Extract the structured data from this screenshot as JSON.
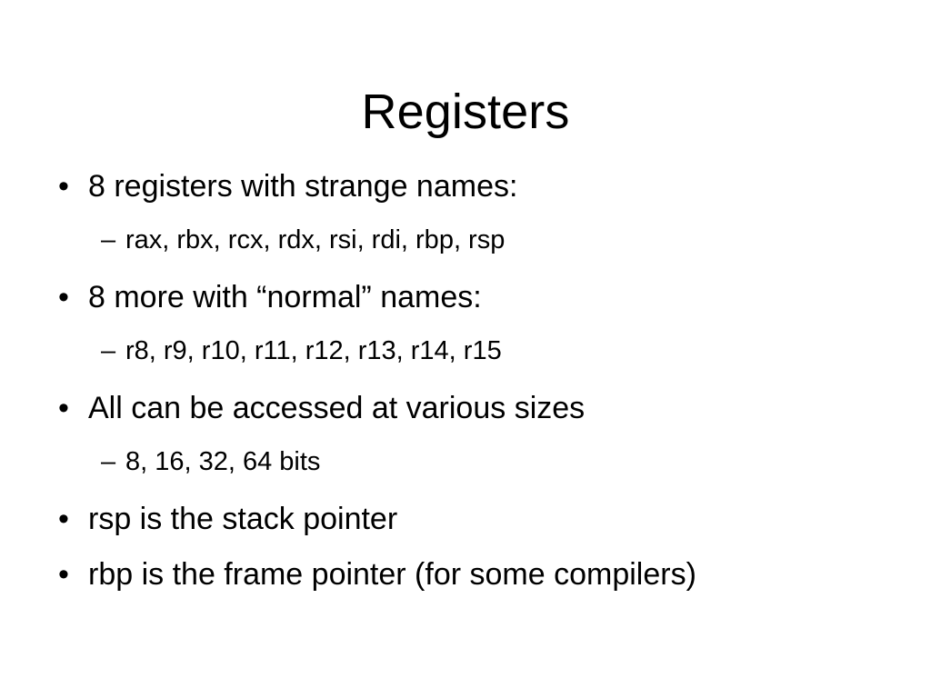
{
  "slide": {
    "title": "Registers",
    "background_color": "#ffffff",
    "text_color": "#000000",
    "bullet_glyph": "•",
    "dash_glyph": "–",
    "items": [
      {
        "level": 1,
        "text": "8 registers with strange names:"
      },
      {
        "level": 2,
        "text": "rax, rbx, rcx, rdx, rsi, rdi, rbp, rsp"
      },
      {
        "level": 1,
        "text": "8 more with “normal” names:"
      },
      {
        "level": 2,
        "text": "r8, r9, r10, r11, r12, r13, r14, r15"
      },
      {
        "level": 1,
        "text": "All can be accessed at various sizes"
      },
      {
        "level": 2,
        "text": "8, 16, 32, 64 bits"
      },
      {
        "level": 1,
        "text": "rsp is the stack pointer"
      },
      {
        "level": 1,
        "text": "rbp is the frame pointer (for some compilers)"
      }
    ]
  }
}
